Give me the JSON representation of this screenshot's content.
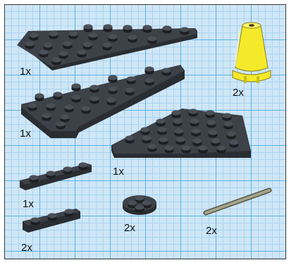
{
  "instruction": {
    "title": "",
    "parts": [
      {
        "id": "wedge-plate-top",
        "quantity": "1x",
        "color": "#3d4148",
        "icon": "wedge-plate"
      },
      {
        "id": "wedge-plate-middle",
        "quantity": "1x",
        "color": "#3d4148",
        "icon": "wedge-plate"
      },
      {
        "id": "wing-plate-large",
        "quantity": "1x",
        "color": "#3d4148",
        "icon": "wing-plate"
      },
      {
        "id": "cone-yellow",
        "quantity": "2x",
        "color": "#f4ea2a",
        "icon": "cone"
      },
      {
        "id": "plate-1x4",
        "quantity": "1x",
        "color": "#3d4148",
        "icon": "plate-1x4"
      },
      {
        "id": "plate-1x3",
        "quantity": "2x",
        "color": "#3d4148",
        "icon": "plate-1x3"
      },
      {
        "id": "round-plate-2x2",
        "quantity": "2x",
        "color": "#3d4148",
        "icon": "round-plate"
      },
      {
        "id": "bar-rod",
        "quantity": "2x",
        "color": "#8b8873",
        "icon": "bar"
      }
    ]
  }
}
